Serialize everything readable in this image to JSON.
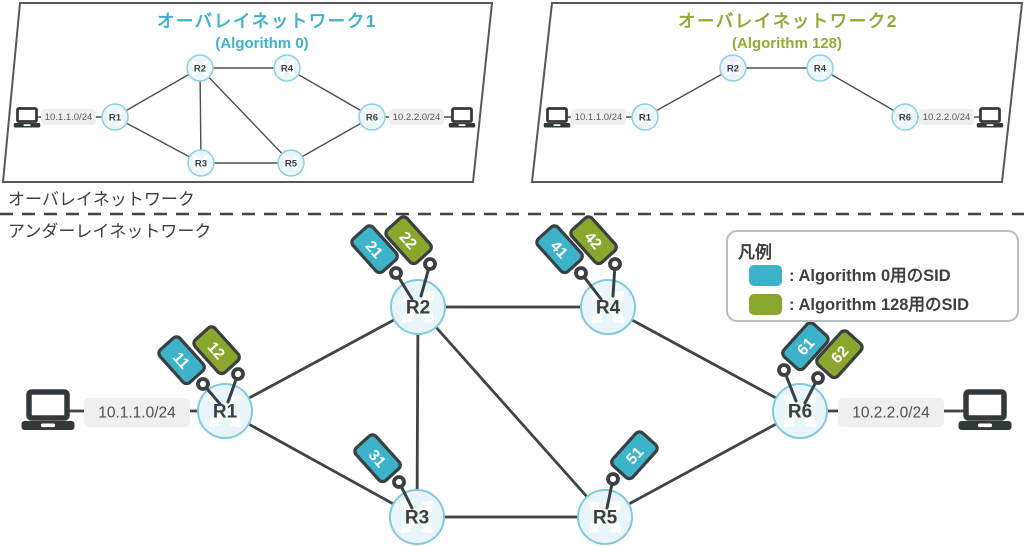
{
  "sections": {
    "overlay_label": "オーバレイネットワーク",
    "underlay_label": "アンダーレイネットワーク"
  },
  "overlay1": {
    "title": "オーバレイネットワーク1",
    "subtitle": "(Algorithm 0)",
    "color": "#3fb2ca",
    "left_subnet": "10.1.1.0/24",
    "right_subnet": "10.2.2.0/24",
    "nodes": {
      "r1": "R1",
      "r2": "R2",
      "r3": "R3",
      "r4": "R4",
      "r5": "R5",
      "r6": "R6"
    }
  },
  "overlay2": {
    "title": "オーバレイネットワーク2",
    "subtitle": "(Algorithm 128)",
    "color": "#92a839",
    "left_subnet": "10.1.1.0/24",
    "right_subnet": "10.2.2.0/24",
    "nodes": {
      "r1": "R1",
      "r2": "R2",
      "r4": "R4",
      "r6": "R6"
    }
  },
  "underlay": {
    "left_subnet": "10.1.1.0/24",
    "right_subnet": "10.2.2.0/24",
    "nodes": {
      "r1": "R1",
      "r2": "R2",
      "r3": "R3",
      "r4": "R4",
      "r5": "R5",
      "r6": "R6"
    },
    "sids": {
      "r1": [
        "11",
        "12"
      ],
      "r2": [
        "21",
        "22"
      ],
      "r3": [
        "31"
      ],
      "r4": [
        "41",
        "42"
      ],
      "r5": [
        "51"
      ],
      "r6": [
        "61",
        "62"
      ]
    }
  },
  "legend": {
    "title": "凡例",
    "items": [
      {
        "label": ": Algorithm 0用のSID",
        "color": "#3cb3c9"
      },
      {
        "label": ": Algorithm 128用のSID",
        "color": "#8aa62c"
      }
    ]
  }
}
